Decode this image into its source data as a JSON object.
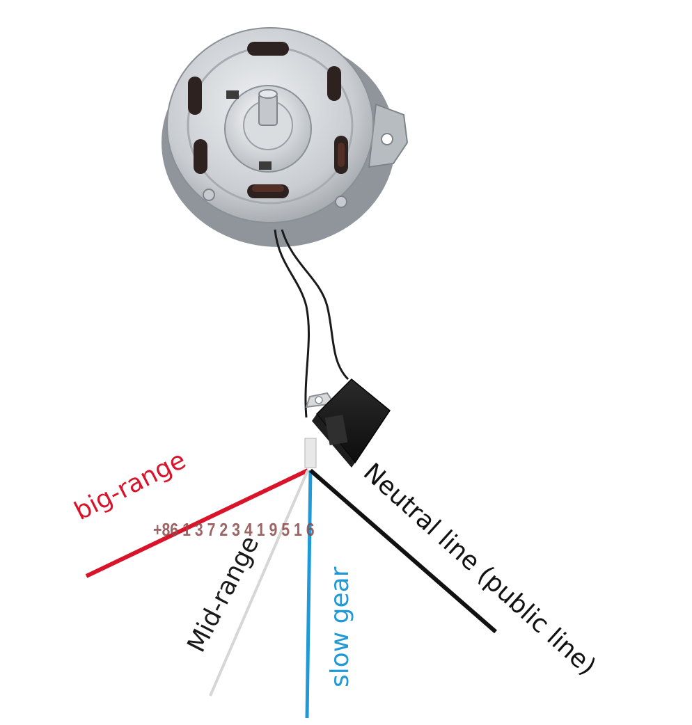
{
  "labels": {
    "big_range": "big-range",
    "mid_range": "Mid-range",
    "slow_gear": "slow gear",
    "neutral": "Neutral line (public line)"
  },
  "watermark": "+86 1 3 7 2 3 4 1 9 5 1 6",
  "colors": {
    "big_range_wire": "#d9142a",
    "mid_range_wire": "#d6d6d6",
    "slow_gear_wire": "#1f9ad6",
    "neutral_wire": "#111111",
    "big_range_text": "#d9142a",
    "mid_range_text": "#1a1a1a",
    "slow_gear_text": "#1f9ad6",
    "neutral_text": "#111111",
    "watermark": "#8b4a4a"
  },
  "icons": {
    "motor": "motor-icon",
    "capacitor": "capacitor-icon"
  }
}
